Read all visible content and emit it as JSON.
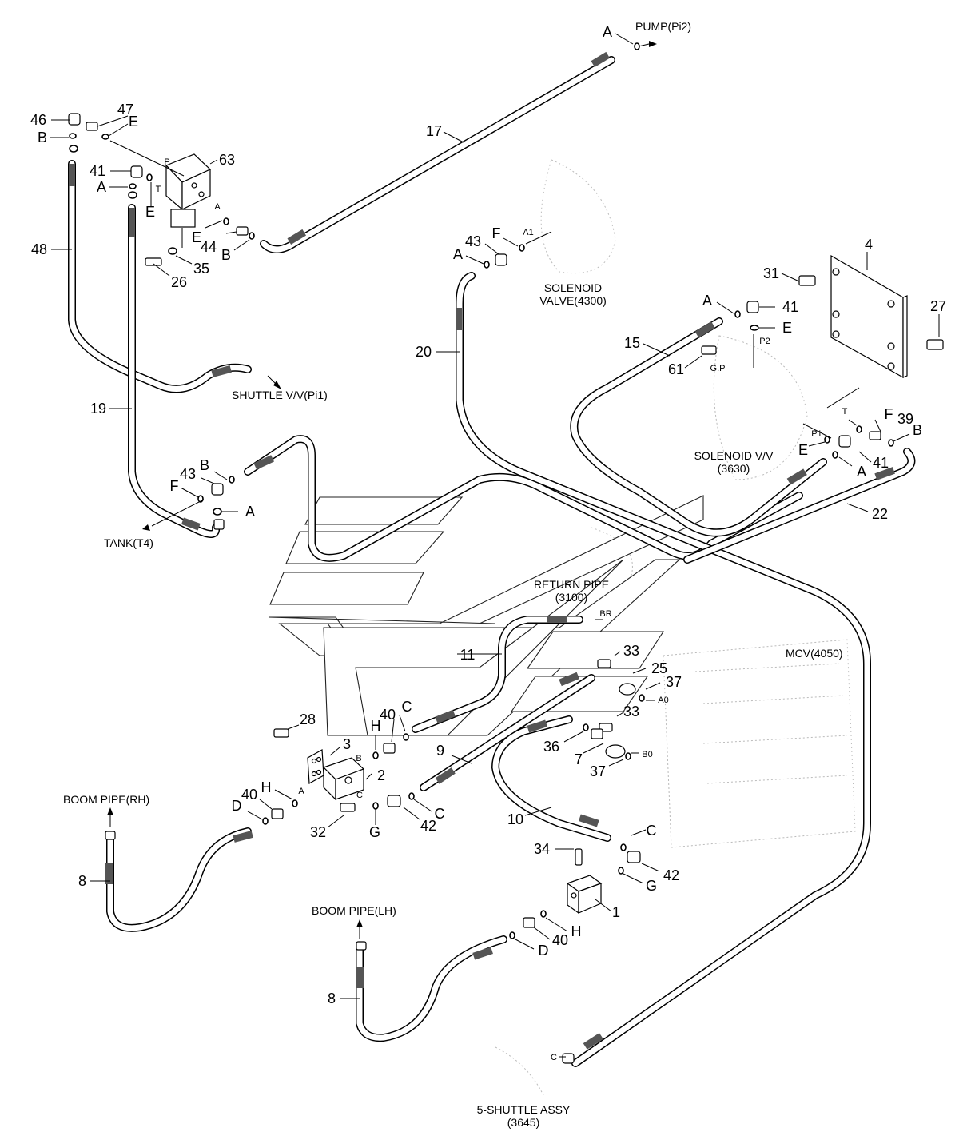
{
  "callouts": {
    "pump": "PUMP(Pi2)",
    "solenoid_valve": [
      "SOLENOID",
      "VALVE(4300)"
    ],
    "shuttle": "SHUTTLE V/V(Pi1)",
    "tank": "TANK(T4)",
    "solenoid_vv": [
      "SOLENOID V/V",
      "(3630)"
    ],
    "return_pipe": [
      "RETURN PIPE",
      "(3100)"
    ],
    "mcv": "MCV(4050)",
    "boom_rh": "BOOM PIPE(RH)",
    "boom_lh": "BOOM PIPE(LH)",
    "five_shuttle": [
      "5-SHUTTLE ASSY",
      "(3645)"
    ]
  },
  "part_numbers": {
    "p17": "17",
    "p46": "46",
    "p47": "47",
    "p63": "63",
    "p41a": "41",
    "p44": "44",
    "p35": "35",
    "p26": "26",
    "p48": "48",
    "p43a": "43",
    "p20": "20",
    "p4": "4",
    "p31": "31",
    "p41b": "41",
    "p27": "27",
    "p15": "15",
    "p61": "61",
    "p39": "39",
    "p41c": "41",
    "p22": "22",
    "p19": "19",
    "p43b": "43",
    "p11": "11",
    "p33a": "33",
    "p25": "25",
    "p37a": "37",
    "p33b": "33",
    "p36": "36",
    "p7": "7",
    "p37b": "37",
    "p28": "28",
    "p3": "3",
    "p40a": "40",
    "p2": "2",
    "p9": "9",
    "p40b": "40",
    "p32": "32",
    "p42a": "42",
    "p10": "10",
    "p34": "34",
    "p42b": "42",
    "p1": "1",
    "p40c": "40",
    "p8a": "8",
    "p8b": "8"
  },
  "port_letters": {
    "a1": "A",
    "b1": "B",
    "e1": "E",
    "a2": "A",
    "e2": "E",
    "e3": "E",
    "b2": "B",
    "f1": "F",
    "a3": "A",
    "a4": "A",
    "e4": "E",
    "f2": "F",
    "e5": "E",
    "a5": "A",
    "b3": "B",
    "b4": "B",
    "f3": "F",
    "a6": "A",
    "h1": "H",
    "c1": "C",
    "c2": "C",
    "g1": "G",
    "d1": "D",
    "h2": "H",
    "c3": "C",
    "g2": "G",
    "h3": "H",
    "d2": "D"
  },
  "small_labels": {
    "p": "P",
    "t1": "T",
    "a_port": "A",
    "a1": "A1",
    "p2": "P2",
    "gp": "G.P",
    "t2": "T",
    "p1": "P1",
    "br": "BR",
    "a0": "A0",
    "b0": "B0",
    "b": "B",
    "c": "C",
    "a": "A",
    "c_bot": "C"
  }
}
